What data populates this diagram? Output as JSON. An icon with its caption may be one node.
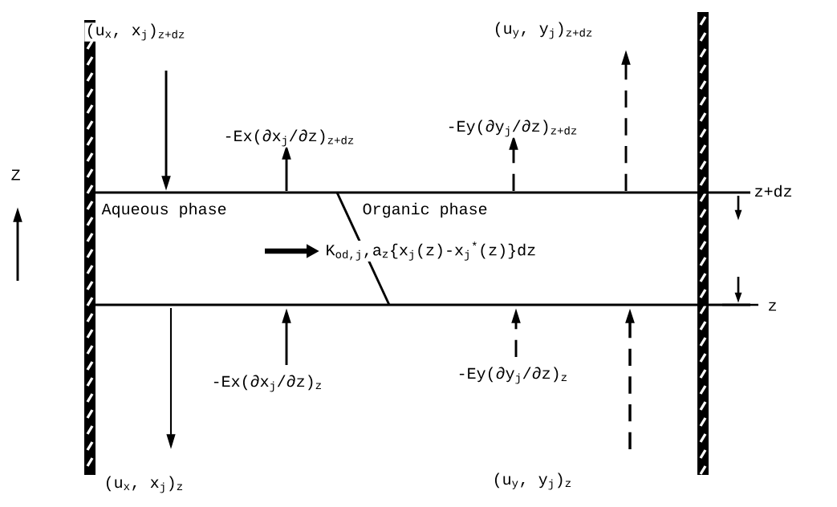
{
  "diagram": {
    "nodes": [
      {
        "text": [
          "Aqueous phase"
        ]
      },
      {
        "text": [
          "Organic phase"
        ]
      }
    ],
    "labels": [
      "(u$_{x}$, x$_{j}$)$_{z+dz}$",
      "(u$_{y}$, y$_{j}$)$_{z+dz}$",
      "-Ex(∂x$_{j}$/∂z)$_{z+dz}$",
      "-Ey(∂y$_{j}$/∂z)$_{z+dz}$",
      "Z",
      "z+dz",
      "K$_{od,j}$,a$_{z}${x$_{j}$(z)-x$_{j}$$^{*}$(z)}dz",
      "z",
      "-Ex(∂x$_{j}$/∂z)$_{z}$",
      "-Ey(∂y$_{j}$/∂z)$_{z}$",
      "(u$_{x}$, x$_{j}$)$_{z}$",
      "(u$_{y}$, y$_{j}$)$_{z}$"
    ]
  }
}
